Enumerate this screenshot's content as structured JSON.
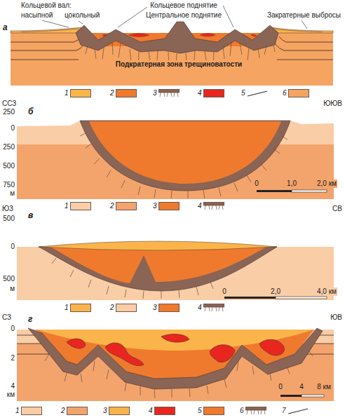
{
  "diagram": {
    "labels": [
      "а",
      "Кольцевой вал:",
      "насыпной",
      "цокольный",
      "Кольцевое поднятие",
      "Центральное поднятие",
      "Закратерные выбросы",
      "Подкратерная зона трещиноватости",
      "ССЗ",
      "б",
      "ЮЮВ",
      "250",
      "0",
      "250",
      "500",
      "750",
      "м",
      "0",
      "1,0",
      "2,0 км",
      "ЮЗ",
      "в",
      "СВ",
      "500",
      "0",
      "500",
      "м",
      "0",
      "2,0",
      "4,0 км",
      "СЗ",
      "г",
      "ЮВ",
      "0",
      "2",
      "4",
      "км",
      "0",
      "4",
      "8 км"
    ],
    "legend": [
      {
        "text": "1",
        "color": "#fbb44a"
      },
      {
        "text": "2",
        "color": "#ef7a2d"
      },
      {
        "text": "3"
      },
      {
        "text": "4",
        "color": "#e8261f"
      },
      {
        "text": "5"
      },
      {
        "text": "6",
        "color": "#f5a462"
      },
      {
        "text": "1",
        "color": "#f9cda6"
      },
      {
        "text": "2",
        "color": "#f3a46c"
      },
      {
        "text": "3",
        "color": "#ef7a2d"
      },
      {
        "text": "4"
      },
      {
        "text": "1",
        "color": "#fbb44a"
      },
      {
        "text": "2",
        "color": "#f9cda6"
      },
      {
        "text": "3",
        "color": "#ef7a2d"
      },
      {
        "text": "4"
      },
      {
        "text": "1",
        "color": "#f9cda6"
      },
      {
        "text": "2",
        "color": "#f3a46c"
      },
      {
        "text": "3",
        "color": "#fbb44a"
      },
      {
        "text": "4",
        "color": "#e8261f"
      },
      {
        "text": "5",
        "color": "#ef7a2d"
      },
      {
        "text": "6"
      },
      {
        "text": "7"
      }
    ]
  }
}
